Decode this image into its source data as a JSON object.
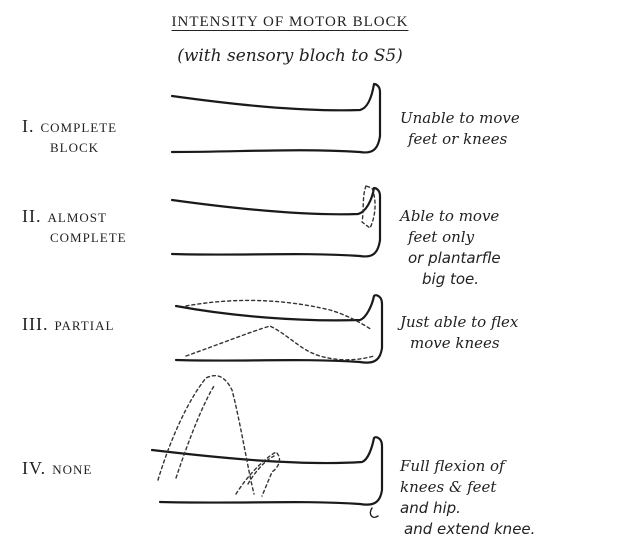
{
  "title": "INTENSITY OF MOTOR BLOCK",
  "subtitle": "(with sensory bloch to S5)",
  "rows": [
    {
      "grade": "I.",
      "label_line1": "COMPLETE",
      "label_line2": "BLOCK",
      "note_line1": "Unable to move",
      "note_line2": "feet or knees",
      "note_line3": "",
      "handwritten_a": "",
      "handwritten_b": ""
    },
    {
      "grade": "II.",
      "label_line1": "ALMOST",
      "label_line2": "COMPLETE",
      "note_line1": "Able to move",
      "note_line2": "feet only",
      "note_line3": "",
      "handwritten_a": "or plantarfle",
      "handwritten_b": "big toe."
    },
    {
      "grade": "III.",
      "label_line1": "PARTIAL",
      "label_line2": "",
      "note_line1": "Just able to flex",
      "note_line2": "move knees",
      "note_line3": "",
      "handwritten_a": "",
      "handwritten_b": ""
    },
    {
      "grade": "IV.",
      "label_line1": "NONE",
      "label_line2": "",
      "note_line1": "Full flexion of",
      "note_line2": "knees & feet",
      "note_line3": "",
      "handwritten_a": "and hip.",
      "handwritten_b": "and extend knee."
    }
  ]
}
